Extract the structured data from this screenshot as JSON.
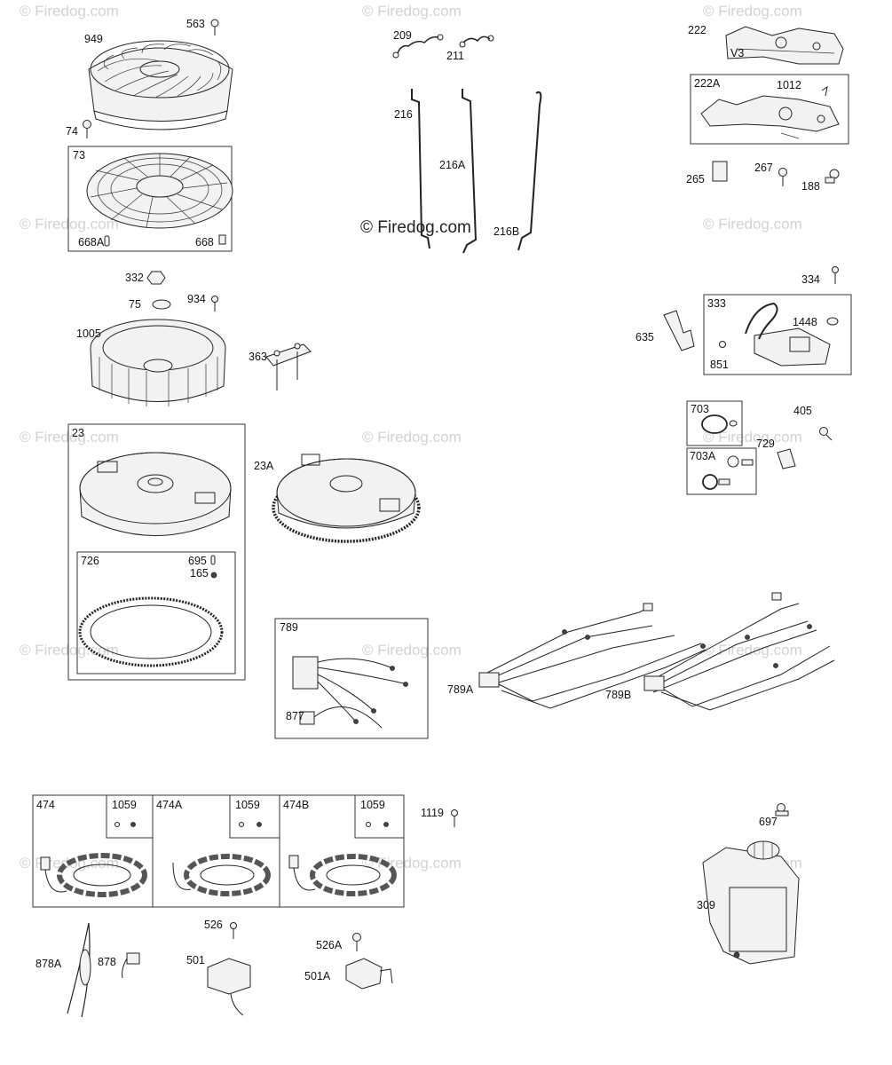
{
  "watermark": {
    "text": "© Firedog.com",
    "center_text": "© Firedog.com"
  },
  "parts": {
    "p949": "949",
    "p563": "563",
    "p74": "74",
    "p73": "73",
    "p668A": "668A",
    "p668": "668",
    "p209": "209",
    "p211": "211",
    "p216": "216",
    "p216A": "216A",
    "p216B": "216B",
    "p222": "222",
    "p222A": "222A",
    "p1012": "1012",
    "p265": "265",
    "p267": "267",
    "p188": "188",
    "p332": "332",
    "p75": "75",
    "p934": "934",
    "p1005": "1005",
    "p363": "363",
    "p334": "334",
    "p333": "333",
    "p1448": "1448",
    "p635": "635",
    "p851": "851",
    "p703": "703",
    "p405": "405",
    "p729": "729",
    "p703A": "703A",
    "p23": "23",
    "p23A": "23A",
    "p726": "726",
    "p695": "695",
    "p165": "165",
    "p789": "789",
    "p877": "877",
    "p789A": "789A",
    "p789B": "789B",
    "p474": "474",
    "p1059a": "1059",
    "p474A": "474A",
    "p1059b": "1059",
    "p474B": "474B",
    "p1059c": "1059",
    "p1119": "1119",
    "p697": "697",
    "p309": "309",
    "p878A": "878A",
    "p878": "878",
    "p526": "526",
    "p501": "501",
    "p526A": "526A",
    "p501A": "501A",
    "v3": "V3"
  }
}
